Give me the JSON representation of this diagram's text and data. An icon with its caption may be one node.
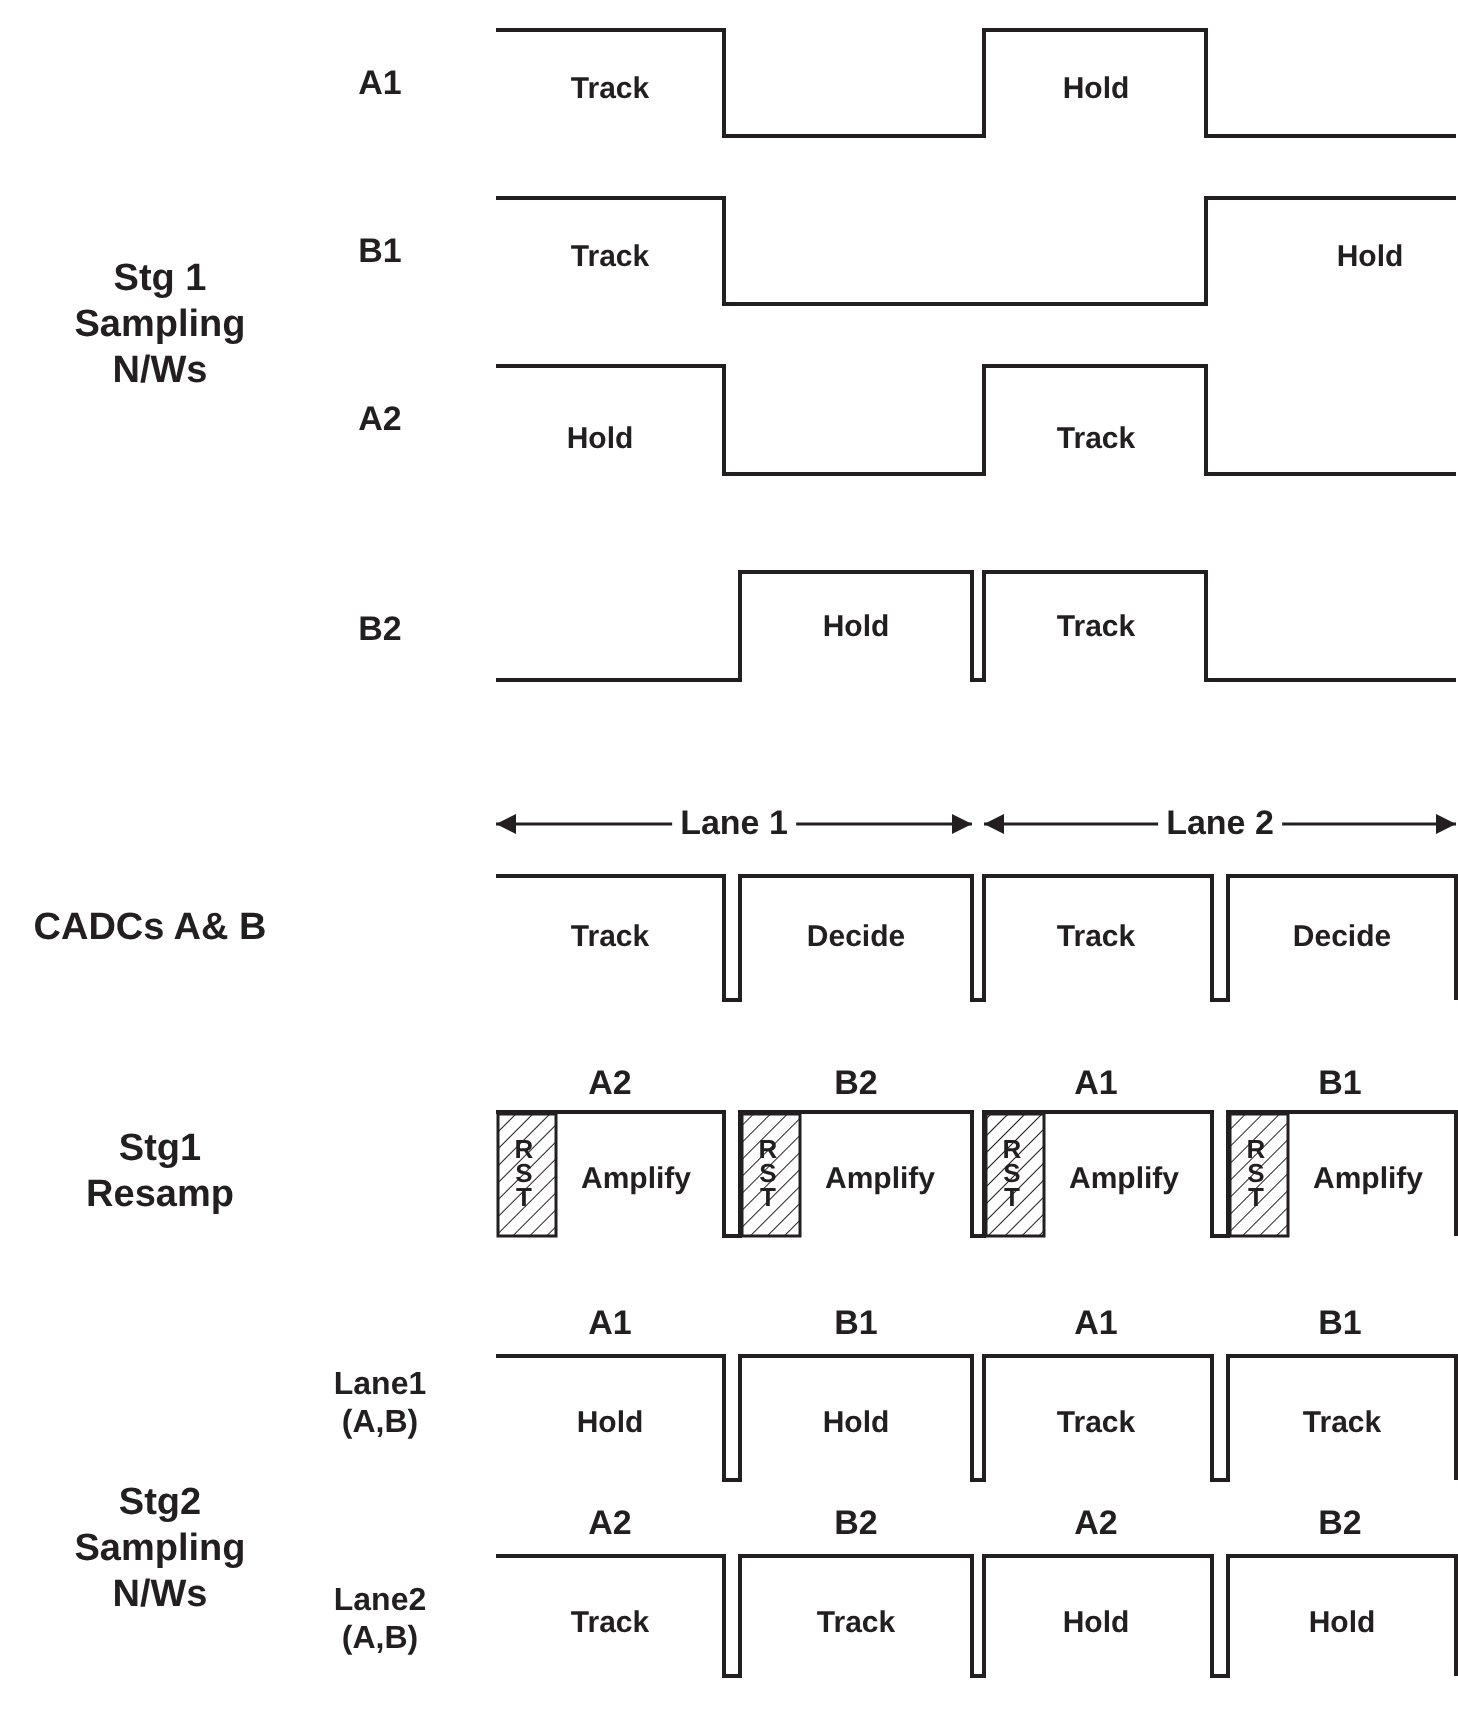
{
  "diagram": {
    "labels": [
      "A1",
      "Track",
      "Hold",
      "B1",
      "Track",
      "Hold",
      "Stg 1 Sampling N/Ws",
      "A2",
      "Hold",
      "Track",
      "B2",
      "Hold",
      "Track",
      "Lane 1",
      "Lane 2",
      "CADCs A& B",
      "Track",
      "Decide",
      "Track",
      "Decide",
      "A2",
      "B2",
      "A1",
      "B1",
      "Stg1 Resamp",
      "RST",
      "Amplify",
      "RST",
      "Amplify",
      "RST",
      "Amplify",
      "RST",
      "Amplify",
      "A1",
      "B1",
      "A1",
      "B1",
      "Lane1 (A,B)",
      "Hold",
      "Hold",
      "Track",
      "Track",
      "Stg2 Sampling N/Ws",
      "A2",
      "B2",
      "A2",
      "B2",
      "Lane2 (A,B)",
      "Track",
      "Track",
      "Hold",
      "Hold"
    ]
  }
}
